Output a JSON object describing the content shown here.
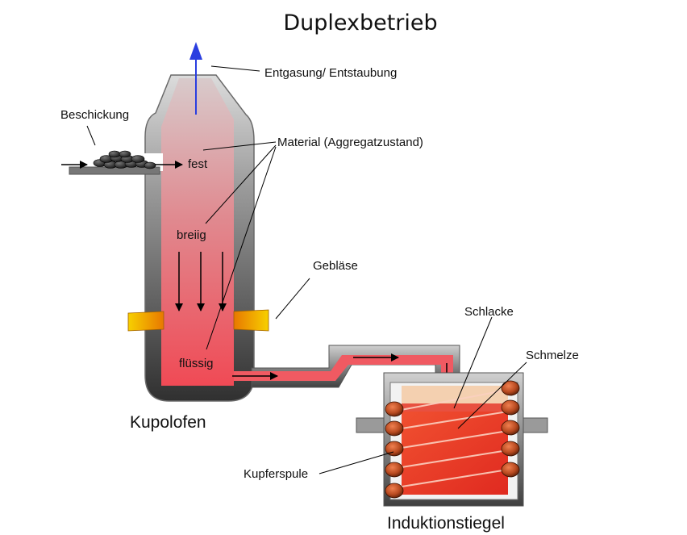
{
  "title": "Duplexbetrieb",
  "labels": {
    "entgasung": "Entgasung/ Entstaubung",
    "beschickung": "Beschickung",
    "material": "Material (Aggregatzustand)",
    "fest": "fest",
    "breiig": "breiig",
    "fluessig": "flüssig",
    "geblaese": "Gebläse",
    "kupolofen": "Kupolofen",
    "schlacke": "Schlacke",
    "schmelze": "Schmelze",
    "kupferspule": "Kupferspule",
    "induktionstiegel": "Induktionstiegel"
  },
  "colors": {
    "shell": "#5a5a5a",
    "melt_top": "#d6c6c8",
    "melt_bottom": "#f05560",
    "exhaust_arrow": "#2a3ee0",
    "nozzle": "#f2b000",
    "coil": "#b84a20"
  }
}
